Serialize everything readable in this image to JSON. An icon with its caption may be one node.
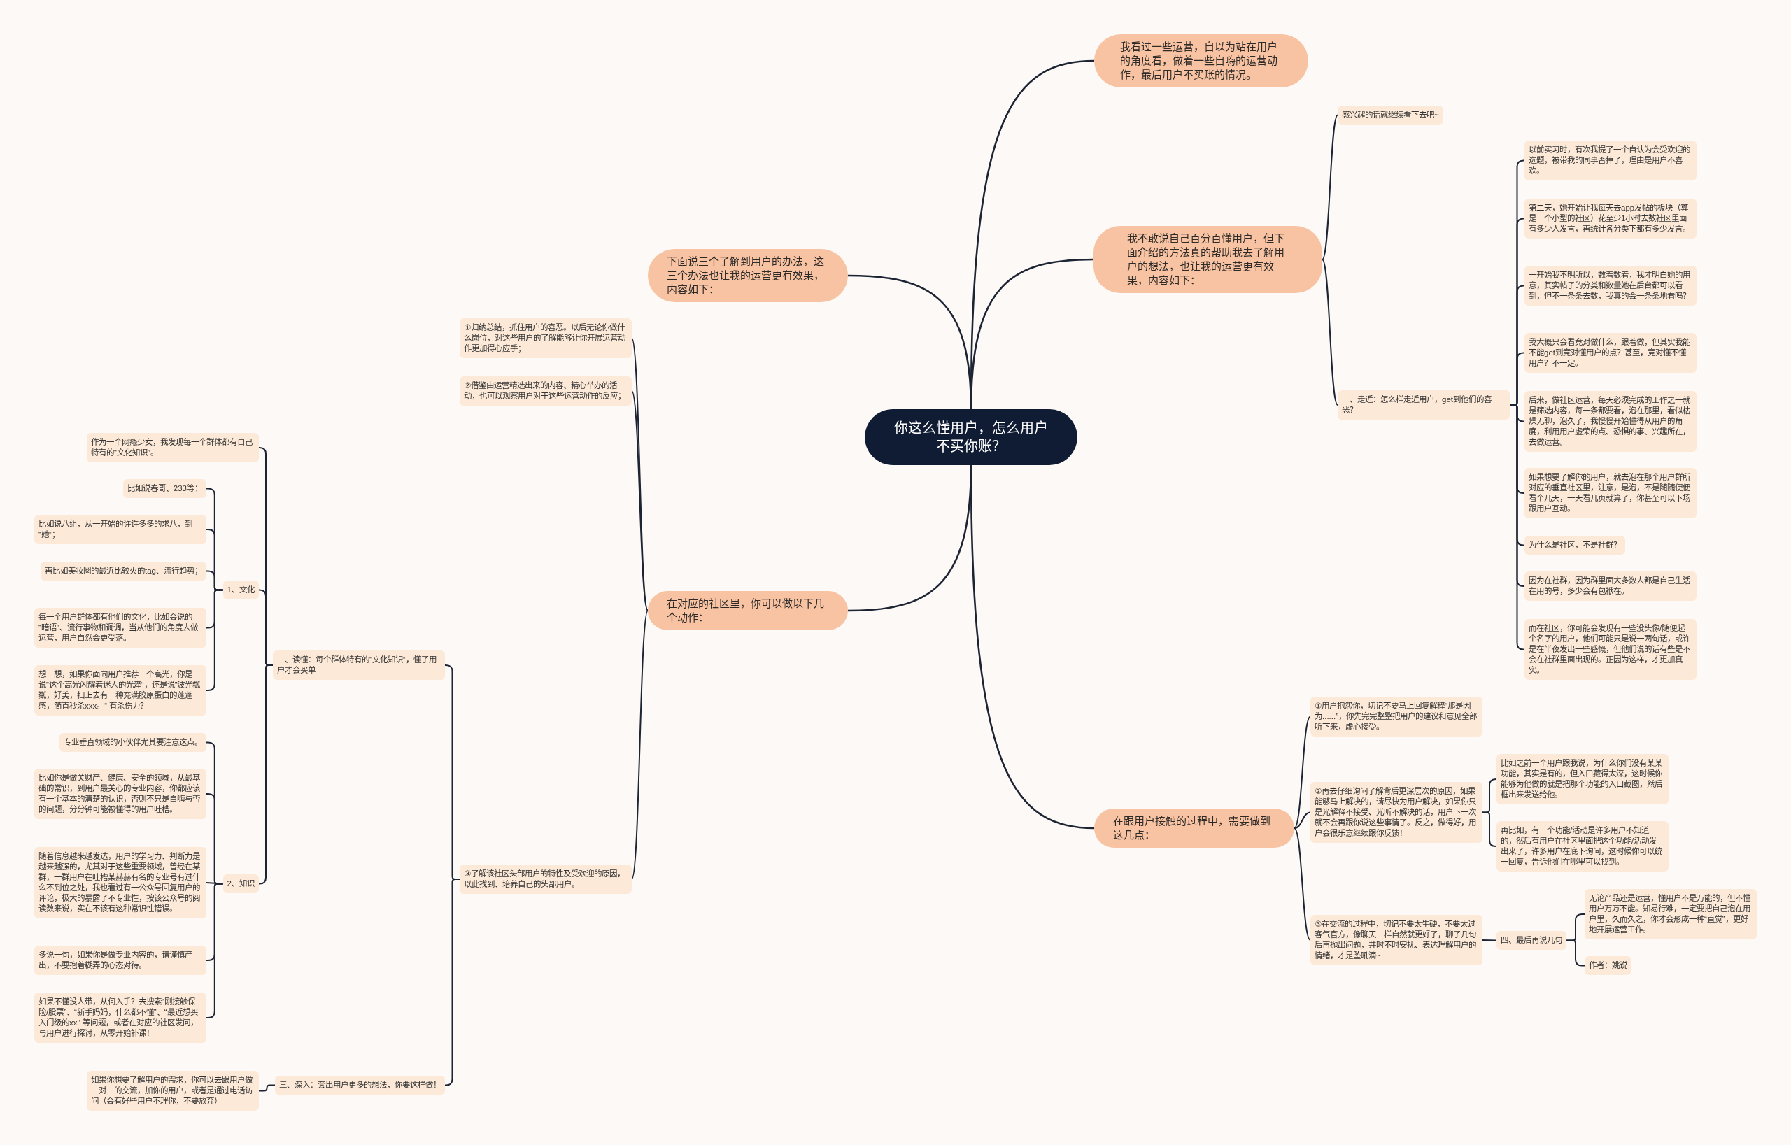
{
  "diagram": {
    "nodes": [
      {
        "text": [
          "你这么懂用户，怎么用户不买你账？"
        ]
      },
      {
        "text": [
          "我看过一些运营，自以为站在用户的角度看，做着一些自嗨的运营动作，最后用户不买账的情况。"
        ]
      },
      {
        "text": [
          "我不敢说自己百分百懂用户，但下面介绍的方法真的帮助我去了解用户的想法，也让我的运营更有效果，内容如下："
        ]
      },
      {
        "text": [
          "感兴趣的话就继续看下去吧~"
        ]
      },
      {
        "text": [
          "一、走近：怎么样走近用户，get到他们的喜恶？"
        ]
      },
      {
        "text": [
          "以前实习时，有次我提了一个自认为会受欢迎的选题，被带我的同事否掉了，理由是用户不喜欢。"
        ]
      },
      {
        "text": [
          "第二天，她开始让我每天去app发帖的板块（算是一个小型的社区）花至少1小时去数社区里面有多少人发言，再统计各分类下都有多少发言。"
        ]
      },
      {
        "text": [
          "一开始我不明所以，数着数着，我才明白她的用意，其实帖子的分类和数量她在后台都可以看到，但不一条条去数，我真的会一条条地看吗？"
        ]
      },
      {
        "text": [
          "我大概只会看竞对做什么，跟着做，但其实我能不能get到竞对懂用户的点？甚至，竞对懂不懂用户？不一定。"
        ]
      },
      {
        "text": [
          "后来，做社区运营，每天必须完成的工作之一就是筛选内容，每一条都要看，泡在那里，看似枯燥无聊，泡久了，我慢慢开始懂得从用户的角度，利用用户虚荣的点、恐惧的事、兴趣所在，去做运营。"
        ]
      },
      {
        "text": [
          "如果想要了解你的用户，就去泡在那个用户群所对应的垂直社区里，注意，是泡，不是随随便便看个几天，一天看几页就算了，你甚至可以下场跟用户互动。"
        ]
      },
      {
        "text": [
          "为什么是社区，不是社群？"
        ]
      },
      {
        "text": [
          "因为在社群，因为群里面大多数人都是自己生活在用的号，多少会有包袱在。"
        ]
      },
      {
        "text": [
          "而在社区，你可能会发现有一些没头像/随便起个名字的用户，他们可能只是说一两句话，或许是在半夜发出一些感慨，但他们说的话有些是不会在社群里面出现的。正因为这样，才更加真实。"
        ]
      },
      {
        "text": [
          "在跟用户接触的过程中，需要做到这几点："
        ]
      },
      {
        "text": [
          "①用户抱怨你，切记不要马上回复解释“那是因为......”，你先完完整整把用户的建议和意见全部听下来，虚心接受。"
        ]
      },
      {
        "text": [
          "②再去仔细询问了解背后更深层次的原因，如果能够马上解决的，请尽快为用户解决，如果你只是光解释不接受、光听不解决的话，用户下一次就不会再跟你说这些事情了。反之，做得好，用户会很乐意继续跟你反馈！"
        ]
      },
      {
        "text": [
          "比如之前一个用户跟我说，为什么你们没有某某功能，其实是有的，但入口藏得太深，这时候你能够为他做的就是把那个功能的入口截图，然后框出来发送给他。"
        ]
      },
      {
        "text": [
          "再比如，有一个功能/活动是许多用户不知道的，然后有用户在社区里面把这个功能/活动发出来了，许多用户在底下询问，这时候你可以统一回复，告诉他们在哪里可以找到。"
        ]
      },
      {
        "text": [
          "③在交流的过程中，切记不要太生硬，不要太过客气官方，像聊天一样自然就更好了，聊了几句后再抛出问题，并时不时安抚、表达理解用户的情绪，才是坠吼滴~"
        ]
      },
      {
        "text": [
          "四、最后再说几句"
        ]
      },
      {
        "text": [
          "无论产品还是运营，懂用户不是万能的，但不懂用户万万不能。知易行难，一定要把自己泡在用户里，久而久之，你才会形成一种“直觉”，更好地开展运营工作。"
        ]
      },
      {
        "text": [
          "作者：姚说"
        ]
      },
      {
        "text": [
          "下面说三个了解到用户的办法，这三个办法也让我的运营更有效果，内容如下："
        ]
      },
      {
        "text": [
          "在对应的社区里，你可以做以下几个动作："
        ]
      },
      {
        "text": [
          "①归纳总结，抓住用户的喜恶。以后无论你做什么岗位，对这些用户的了解能够让你开展运营动作更加得心应手；"
        ]
      },
      {
        "text": [
          "②借鉴由运营精选出来的内容、精心举办的活动，也可以观察用户对于这些运营动作的反应；"
        ]
      },
      {
        "text": [
          "③了解该社区头部用户的特性及受欢迎的原因，以此找到、培养自己的头部用户。"
        ]
      },
      {
        "text": [
          "二、读懂：每个群体特有的“文化知识”，懂了用户才会买单"
        ]
      },
      {
        "text": [
          "作为一个网瘾少女，我发现每一个群体都有自己特有的“文化知识”。"
        ]
      },
      {
        "text": [
          "1、文化"
        ]
      },
      {
        "text": [
          "比如说春哥、233等；"
        ]
      },
      {
        "text": [
          "比如说八组，从一开始的许许多多的求八，到“她”；"
        ]
      },
      {
        "text": [
          "再比如美妆圈的最近比较火的tag、流行趋势；"
        ]
      },
      {
        "text": [
          "每一个用户群体都有他们的文化，比如会说的“暗语”、流行事物和调调，当从他们的角度去做运营，用户自然会更受落。"
        ]
      },
      {
        "text": [
          "想一想，如果你面向用户推荐一个高光，你是说”这个高光闪耀着迷人的光泽“，还是说”波光粼粼，好美，扫上去有一种充满胶原蛋白的蓬蓬感，简直秒杀xxx。“ 有杀伤力？"
        ]
      },
      {
        "text": [
          "2、知识"
        ]
      },
      {
        "text": [
          "专业垂直领域的小伙伴尤其要注意这点。"
        ]
      },
      {
        "text": [
          "比如你是做关财产、健康、安全的领域，从最基础的常识，到用户最关心的专业内容，你都应该有一个基本的清楚的认识，否则不只是自嗨与否的问题，分分钟可能被懂得的用户吐槽。"
        ]
      },
      {
        "text": [
          "随着信息越来越发达，用户的学习力、判断力是越来越强的，尤其对于这些重要领域，曾经在某群，一群用户在吐槽某赫赫有名的专业号有过什么不到位之处，我也看过有一公众号回复用户的评论，极大的暴露了不专业性，按该公众号的阅读数来说，实在不该有这种常识性错误。"
        ]
      },
      {
        "text": [
          "多说一句，如果你是做专业内容的，请谨慎产出，不要抱着糊弄的心态对待。"
        ]
      },
      {
        "text": [
          "如果不懂没人带，从何入手？去搜索“刚接触保险/股票”、“新手妈妈，什么都不懂”、“最近想买入门级的xx” 等问题，或者在对应的社区发问，与用户进行探讨，从零开始补课！"
        ]
      },
      {
        "text": [
          "三、深入：套出用户更多的想法，你要这样做！"
        ]
      },
      {
        "text": [
          "如果你想要了解用户的需求，你可以去跟用户做一对一的交流，加你的用户，或者是通过电话访问（会有好些用户不理你，不要放弃）"
        ]
      }
    ],
    "edges": [
      {
        "from": 0,
        "to": 1,
        "arrow": "none"
      },
      {
        "from": 0,
        "to": 2,
        "arrow": "none"
      },
      {
        "from": 2,
        "to": 3,
        "arrow": "none"
      },
      {
        "from": 2,
        "to": 4,
        "arrow": "none"
      },
      {
        "from": 4,
        "to": 5,
        "arrow": "none"
      },
      {
        "from": 4,
        "to": 6,
        "arrow": "none"
      },
      {
        "from": 4,
        "to": 7,
        "arrow": "none"
      },
      {
        "from": 4,
        "to": 8,
        "arrow": "none"
      },
      {
        "from": 4,
        "to": 9,
        "arrow": "none"
      },
      {
        "from": 4,
        "to": 10,
        "arrow": "none"
      },
      {
        "from": 4,
        "to": 11,
        "arrow": "none"
      },
      {
        "from": 4,
        "to": 12,
        "arrow": "none"
      },
      {
        "from": 4,
        "to": 13,
        "arrow": "none"
      },
      {
        "from": 0,
        "to": 14,
        "arrow": "none"
      },
      {
        "from": 14,
        "to": 15,
        "arrow": "none"
      },
      {
        "from": 14,
        "to": 16,
        "arrow": "none"
      },
      {
        "from": 16,
        "to": 17,
        "arrow": "none"
      },
      {
        "from": 16,
        "to": 18,
        "arrow": "none"
      },
      {
        "from": 14,
        "to": 19,
        "arrow": "none"
      },
      {
        "from": 19,
        "to": 20,
        "arrow": "none"
      },
      {
        "from": 20,
        "to": 21,
        "arrow": "none"
      },
      {
        "from": 20,
        "to": 22,
        "arrow": "none"
      },
      {
        "from": 0,
        "to": 23,
        "arrow": "none"
      },
      {
        "from": 0,
        "to": 24,
        "arrow": "none"
      },
      {
        "from": 24,
        "to": 25,
        "arrow": "none"
      },
      {
        "from": 24,
        "to": 26,
        "arrow": "none"
      },
      {
        "from": 24,
        "to": 27,
        "arrow": "none"
      },
      {
        "from": 27,
        "to": 28,
        "arrow": "none"
      },
      {
        "from": 28,
        "to": 29,
        "arrow": "none"
      },
      {
        "from": 28,
        "to": 30,
        "arrow": "none"
      },
      {
        "from": 30,
        "to": 31,
        "arrow": "none"
      },
      {
        "from": 30,
        "to": 32,
        "arrow": "none"
      },
      {
        "from": 30,
        "to": 33,
        "arrow": "none"
      },
      {
        "from": 30,
        "to": 34,
        "arrow": "none"
      },
      {
        "from": 30,
        "to": 35,
        "arrow": "none"
      },
      {
        "from": 28,
        "to": 36,
        "arrow": "none"
      },
      {
        "from": 36,
        "to": 37,
        "arrow": "none"
      },
      {
        "from": 36,
        "to": 38,
        "arrow": "none"
      },
      {
        "from": 36,
        "to": 39,
        "arrow": "none"
      },
      {
        "from": 36,
        "to": 40,
        "arrow": "none"
      },
      {
        "from": 36,
        "to": 41,
        "arrow": "none"
      },
      {
        "from": 27,
        "to": 42,
        "arrow": "none"
      },
      {
        "from": 42,
        "to": 43,
        "arrow": "none"
      }
    ]
  }
}
